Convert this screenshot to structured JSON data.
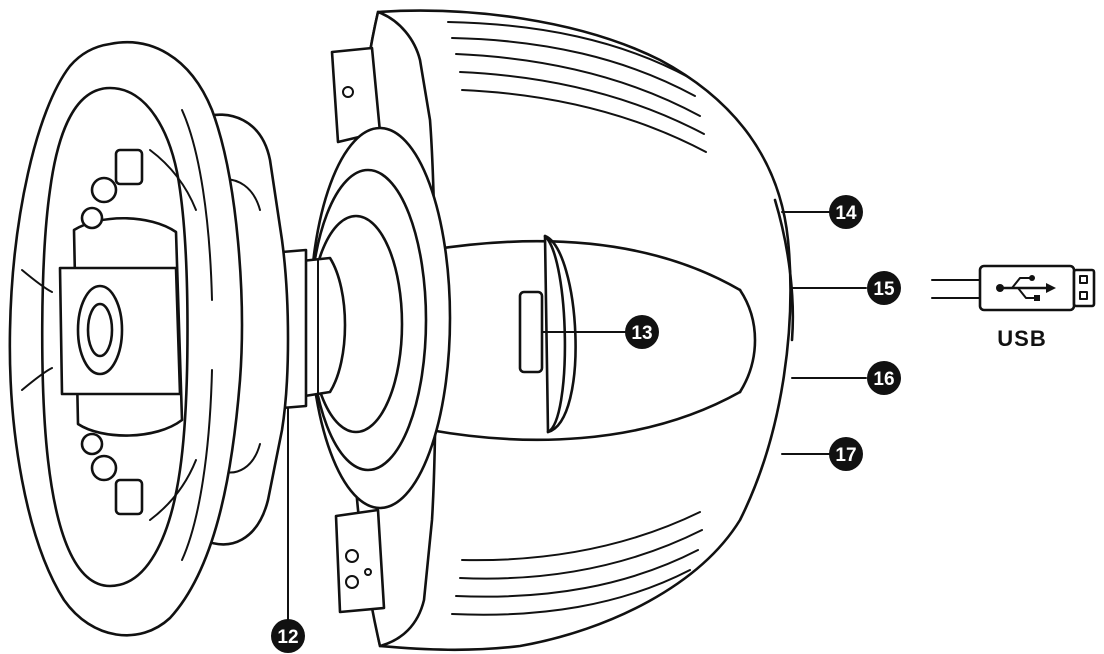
{
  "callouts": {
    "c12": "12",
    "c13": "13",
    "c14": "14",
    "c15": "15",
    "c16": "16",
    "c17": "17"
  },
  "usb": {
    "label": "USB",
    "icon": "usb-trident-icon"
  }
}
